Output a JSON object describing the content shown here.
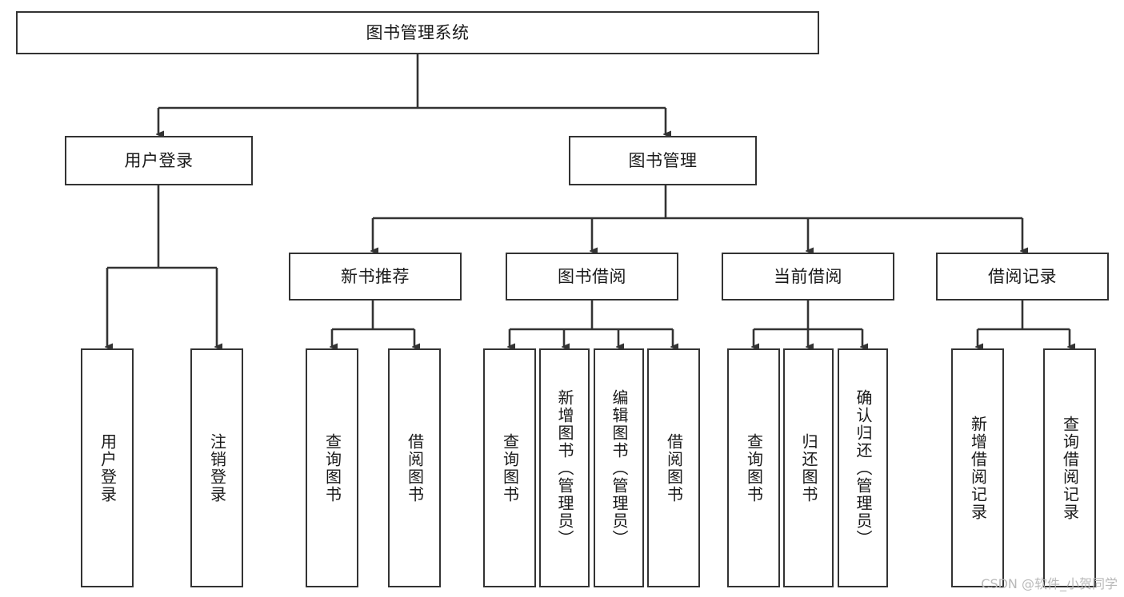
{
  "diagram": {
    "title": "图书管理系统",
    "type": "tree-hierarchy",
    "watermark": "CSDN @软件_小贺同学",
    "colors": {
      "stroke": "#333333",
      "fill": "#ffffff",
      "text": "#1a1a1a",
      "watermark": "#b9b9b9"
    },
    "root": {
      "label": "图书管理系统"
    },
    "level2": [
      {
        "label": "用户登录"
      },
      {
        "label": "图书管理"
      }
    ],
    "level3": [
      {
        "label": "新书推荐"
      },
      {
        "label": "图书借阅"
      },
      {
        "label": "当前借阅"
      },
      {
        "label": "借阅记录"
      }
    ],
    "leaves": {
      "user_login": [
        {
          "label": "用户登录"
        },
        {
          "label": "注销登录"
        }
      ],
      "new_book": [
        {
          "label": "查询图书"
        },
        {
          "label": "借阅图书"
        }
      ],
      "borrow_book": [
        {
          "label": "查询图书"
        },
        {
          "label": "新增图书（管理员）"
        },
        {
          "label": "编辑图书（管理员）"
        },
        {
          "label": "借阅图书"
        }
      ],
      "current_borrow": [
        {
          "label": "查询图书"
        },
        {
          "label": "归还图书"
        },
        {
          "label": "确认归还（管理员）"
        }
      ],
      "borrow_record": [
        {
          "label": "新增借阅记录"
        },
        {
          "label": "查询借阅记录"
        }
      ]
    }
  }
}
